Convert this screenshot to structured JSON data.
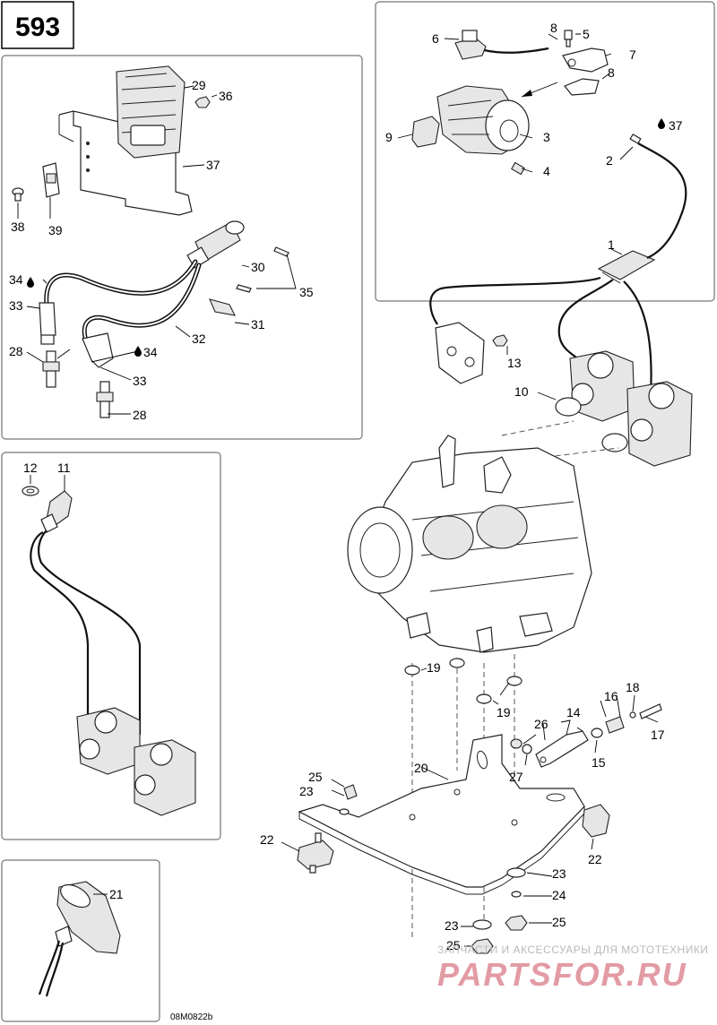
{
  "diagram": {
    "page_number": "593",
    "drawing_code": "08M0822b",
    "watermark": {
      "caption": "ЗАПЧАСТИ И АКСЕССУАРЫ ДЛЯ МОТОТЕХНИКИ",
      "brand": "PARTSFOR.RU"
    },
    "drop_icon": "oil-drop-icon",
    "callouts": {
      "c1": "1",
      "c2": "2",
      "c3": "3",
      "c4": "4",
      "c5": "5",
      "c6": "6",
      "c7": "7",
      "c8a": "8",
      "c8b": "8",
      "c9": "9",
      "c10": "10",
      "c11": "11",
      "c12": "12",
      "c13": "13",
      "c14": "14",
      "c15": "15",
      "c16": "16",
      "c17": "17",
      "c18": "18",
      "c19a": "19",
      "c19b": "19",
      "c20": "20",
      "c21": "21",
      "c22a": "22",
      "c22b": "22",
      "c23a": "23",
      "c23b": "23",
      "c23c": "23",
      "c24": "24",
      "c25a": "25",
      "c25b": "25",
      "c25c": "25",
      "c26": "26",
      "c27": "27",
      "c28a": "28",
      "c28b": "28",
      "c29": "29",
      "c30": "30",
      "c31": "31",
      "c32": "32",
      "c33a": "33",
      "c33b": "33",
      "c34a": "34",
      "c34b": "34",
      "c35": "35",
      "c36": "36",
      "c37a": "37",
      "c37b": "37",
      "c38": "38",
      "c39": "39"
    }
  }
}
